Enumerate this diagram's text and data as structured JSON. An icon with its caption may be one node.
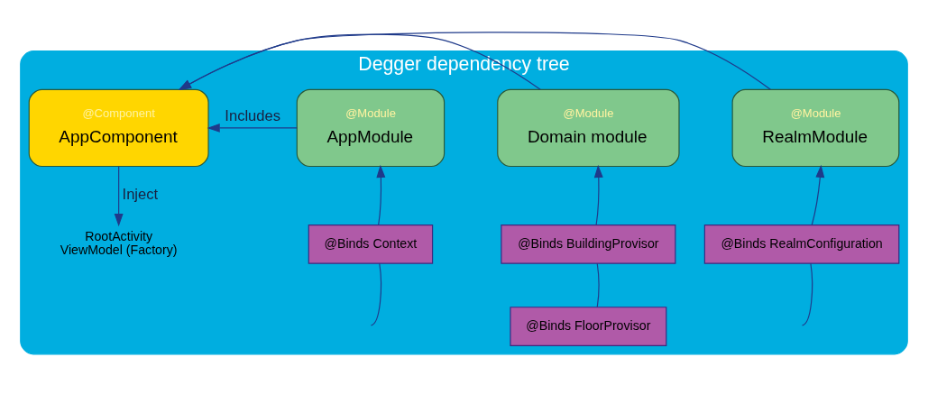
{
  "diagram": {
    "nodes": [
      {
        "text": [
          "Degger dependency tree"
        ]
      },
      {
        "text": [
          "@Component",
          "AppComponent"
        ],
        "in": 0
      },
      {
        "text": [
          "@Module",
          "AppModule"
        ],
        "in": 0
      },
      {
        "text": [
          "@Module",
          "Domain module"
        ],
        "in": 0
      },
      {
        "text": [
          "@Module",
          "RealmModule"
        ],
        "in": 0
      },
      {
        "text": [
          "@Binds Context"
        ],
        "in": 0
      },
      {
        "text": [
          "@Binds BuildingProvisor"
        ],
        "in": 0
      },
      {
        "text": [
          "@Binds FloorProvisor"
        ],
        "in": 0
      },
      {
        "text": [
          "@Binds RealmConfiguration"
        ],
        "in": 0
      },
      {
        "text": [
          "RootActivity",
          "ViewModel (Factory)"
        ],
        "in": 0
      }
    ],
    "edges": [
      {
        "from": 2,
        "to": 1,
        "arrow": "to",
        "label": "Includes"
      },
      {
        "from": 3,
        "to": 1,
        "arrow": "to"
      },
      {
        "from": 4,
        "to": 1,
        "arrow": "to"
      },
      {
        "from": 1,
        "to": 9,
        "arrow": "to",
        "label": "Inject"
      },
      {
        "from": 5,
        "to": 2,
        "arrow": "to"
      },
      {
        "from": null,
        "to": 5,
        "arrow": "none"
      },
      {
        "from": 6,
        "to": 3,
        "arrow": "to"
      },
      {
        "from": 7,
        "to": 6,
        "arrow": "none"
      },
      {
        "from": 8,
        "to": 4,
        "arrow": "to"
      },
      {
        "from": null,
        "to": 8,
        "arrow": "none"
      }
    ]
  }
}
